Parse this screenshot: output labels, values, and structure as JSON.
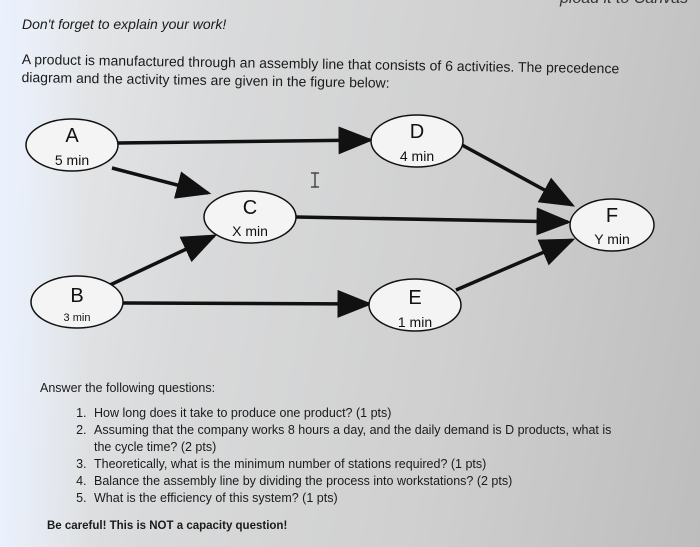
{
  "header_cut_text": "pload it to Canvas",
  "reminder": "Don't forget to explain your work!",
  "intro": "A product is manufactured through an assembly line that consists of 6 activities. The precedence diagram and the activity times are given in the figure below:",
  "diagram": {
    "nodes": {
      "A": {
        "label": "A",
        "time": "5 min"
      },
      "B": {
        "label": "B",
        "time": "3 min"
      },
      "C": {
        "label": "C",
        "time": "X min"
      },
      "D": {
        "label": "D",
        "time": "4 min"
      },
      "E": {
        "label": "E",
        "time": "1 min"
      },
      "F": {
        "label": "F",
        "time": "Y min"
      }
    },
    "edges": [
      [
        "A",
        "D"
      ],
      [
        "A",
        "C"
      ],
      [
        "B",
        "C"
      ],
      [
        "B",
        "E"
      ],
      [
        "C",
        "F"
      ],
      [
        "D",
        "F"
      ],
      [
        "E",
        "F"
      ]
    ],
    "cursor": "text-cursor-icon"
  },
  "questions": {
    "heading": "Answer the following questions:",
    "items": [
      "How long does it take to produce one product? (1 pts)",
      "Assuming that the company works 8 hours a day, and the daily demand is D products, what is the cycle time? (2 pts)",
      "Theoretically, what is the minimum number of stations required? (1 pts)",
      "Balance the assembly line by dividing the process into workstations? (2 pts)",
      "What is the efficiency of this system? (1 pts)"
    ],
    "warning": "Be careful! This is NOT a capacity question!"
  }
}
